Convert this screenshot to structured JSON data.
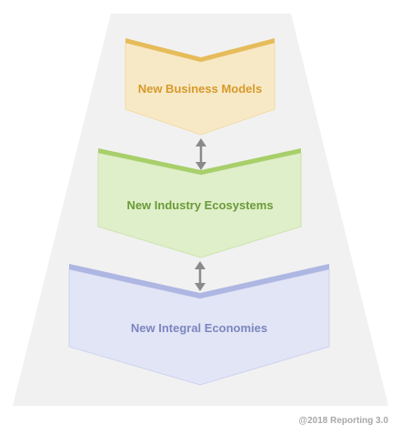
{
  "diagram": {
    "tiers": [
      {
        "label": "New Business Models",
        "fill": "#f8e9c6",
        "border": "#f1dba8",
        "edge": "#e6bb5a",
        "text": "#d59a2b"
      },
      {
        "label": "New Industry Ecosystems",
        "fill": "#dfefc9",
        "border": "#cde3ad",
        "edge": "#a7cf6a",
        "text": "#6a9b3a"
      },
      {
        "label": "New Integral Economies",
        "fill": "#e1e5f6",
        "border": "#cdd3ee",
        "edge": "#aeb6e2",
        "text": "#7c86be"
      }
    ],
    "backdrop_color": "#f1f1f1",
    "arrow_color": "#8a8a8a",
    "copyright": "@2018 Reporting 3.0"
  }
}
